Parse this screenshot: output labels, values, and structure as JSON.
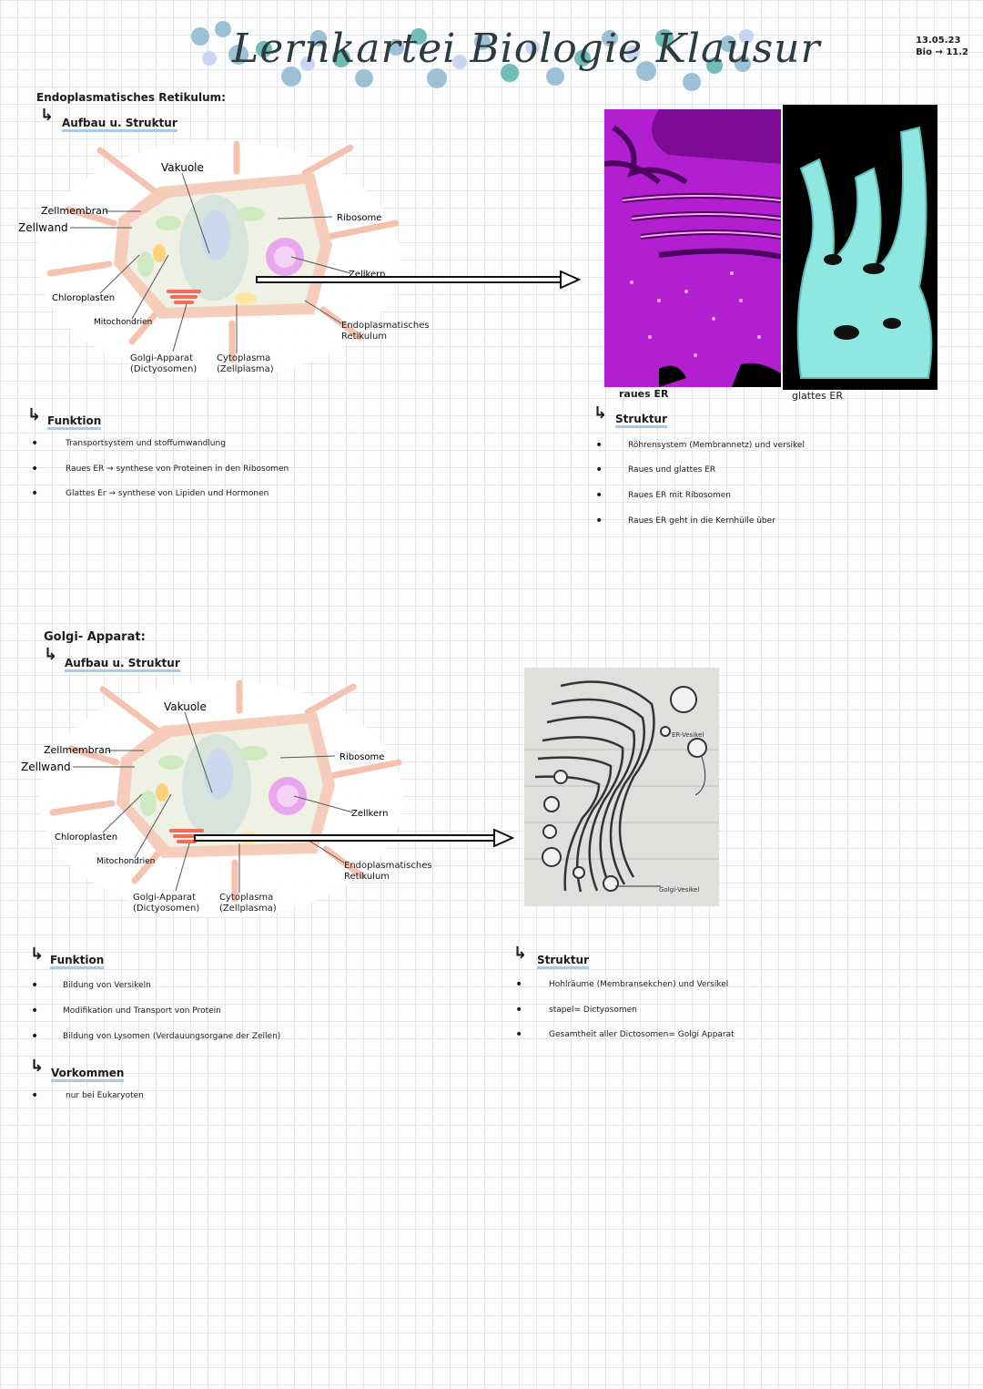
{
  "header": {
    "title": "Lernkartei Biologie Klausur",
    "date_line1": "13.05.23",
    "date_line2": "Bio → 11.2"
  },
  "er_section": {
    "heading": "Endoplasmatisches Retikulum:",
    "structure_heading": "Aufbau u. Struktur",
    "function_heading": "Funktion",
    "function_items": [
      "Transportsystem und stoffumwandlung",
      "Raues ER → synthese von Proteinen in den Ribosomen",
      "Glattes Er → synthese von Lipiden und Hormonen"
    ],
    "image_label_rough": "raues ER",
    "image_label_smooth": "glattes ER",
    "struktur_heading": "Struktur",
    "struktur_items": [
      "Röhrensystem (Membrannetz) und versikel",
      "Raues und glattes ER",
      "Raues ER mit Ribosomen",
      "Raues ER geht in die Kernhülle über"
    ]
  },
  "cell_labels": {
    "vakuole": "Vakuole",
    "zellmembran": "Zellmembran",
    "zellwand": "Zellwand",
    "ribosome": "Ribosome",
    "zellkern": "Zellkern",
    "chloroplasten": "Chloroplasten",
    "mitochondrien": "Mitochondrien",
    "er": "Endoplasmatisches Retikulum",
    "golgi": "Golgi-Apparat (Dictyosomen)",
    "cytoplasma": "Cytoplasma (Zellplasma)"
  },
  "golgi_section": {
    "heading": "Golgi- Apparat:",
    "structure_heading": "Aufbau u. Struktur",
    "function_heading": "Funktion",
    "function_items": [
      "Bildung von Versikeln",
      "Modifikation und Transport von Protein",
      "Bildung von Lysomen (Verdauungsorgane der Zellen)"
    ],
    "vorkommen_heading": "Vorkommen",
    "vorkommen_items": [
      "nur bei Eukaryoten"
    ],
    "struktur_heading": "Struktur",
    "struktur_items": [
      "Hohlräume (Membransekchen) und Versikel",
      "stapel= Dictyosomen",
      "Gesamtheit aller Dictosomen= Golgi Apparat"
    ],
    "sketch_label_er": "ER-Vesikel",
    "sketch_label_golgi": "Golgi-Vesikel"
  },
  "colors": {
    "cell_wall": "#f4c2ae",
    "cytoplasm": "#eef1e4",
    "vacuole": "#d6e4dc",
    "nucleus": "#e9a8ee",
    "rough_er_bg": "#b21fd0",
    "smooth_er": "#8ee8df",
    "highlight": "#a9cbe8"
  }
}
